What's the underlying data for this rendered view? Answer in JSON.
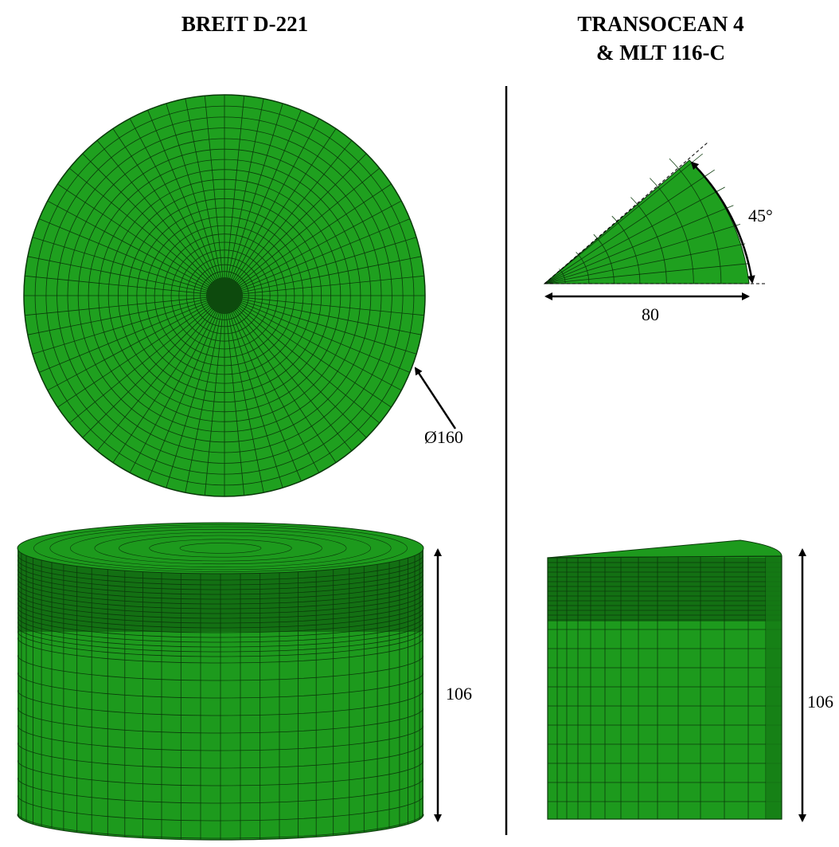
{
  "titles": {
    "left": "BREIT D-221",
    "right_line1": "TRANSOCEAN 4",
    "right_line2": "& MLT 116-C"
  },
  "dimensions": {
    "diameter": "Ø160",
    "angle": "45°",
    "radius": "80",
    "height_left": "106",
    "height_right": "106"
  },
  "colors": {
    "mesh_fill": "#1fa01f",
    "mesh_fill_dark": "#157a15",
    "mesh_line": "#0b3a0b",
    "annotation": "#000000"
  }
}
